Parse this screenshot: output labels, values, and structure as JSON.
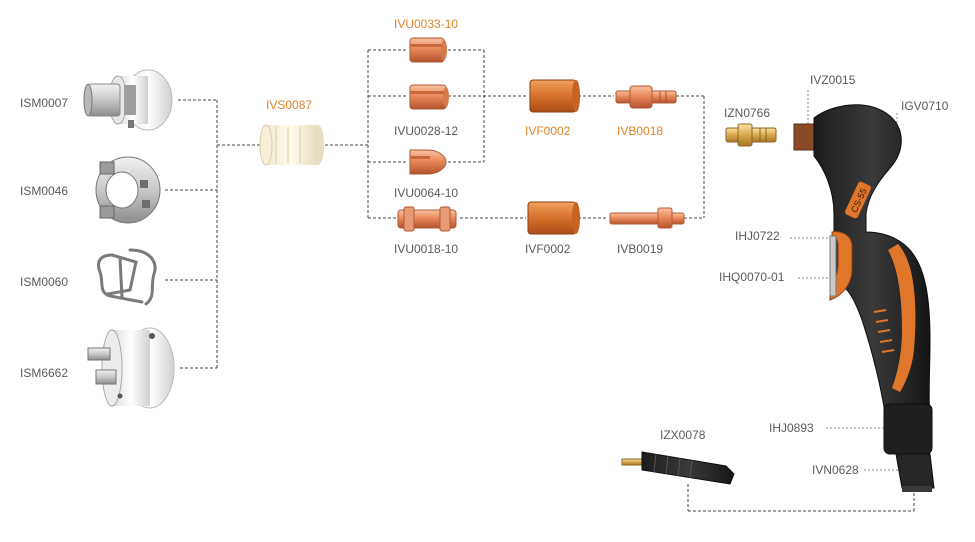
{
  "colors": {
    "label_gray": "#5a5a5a",
    "label_orange": "#e0832b",
    "connector": "#444444",
    "leader": "#888888"
  },
  "parts": {
    "ism0007": "ISM0007",
    "ism0046": "ISM0046",
    "ism0060": "ISM0060",
    "ism6662": "ISM6662",
    "ivs0087": "IVS0087",
    "ivu0033_10": "IVU0033-10",
    "ivu0028_12": "IVU0028-12",
    "ivu0064_10": "IVU0064-10",
    "ivu0018_10": "IVU0018-10",
    "ivf0002_top": "IVF0002",
    "ivf0002_bottom": "IVF0002",
    "ivb0018": "IVB0018",
    "ivb0019": "IVB0019",
    "izn0766": "IZN0766",
    "ivz0015": "IVZ0015",
    "igv0710": "IGV0710",
    "ihj0722": "IHJ0722",
    "ihq0070_01": "IHQ0070-01",
    "ihj0893": "IHJ0893",
    "ivn0628": "IVN0628",
    "izx0078": "IZX0078"
  },
  "torch_badge": "CS-55"
}
